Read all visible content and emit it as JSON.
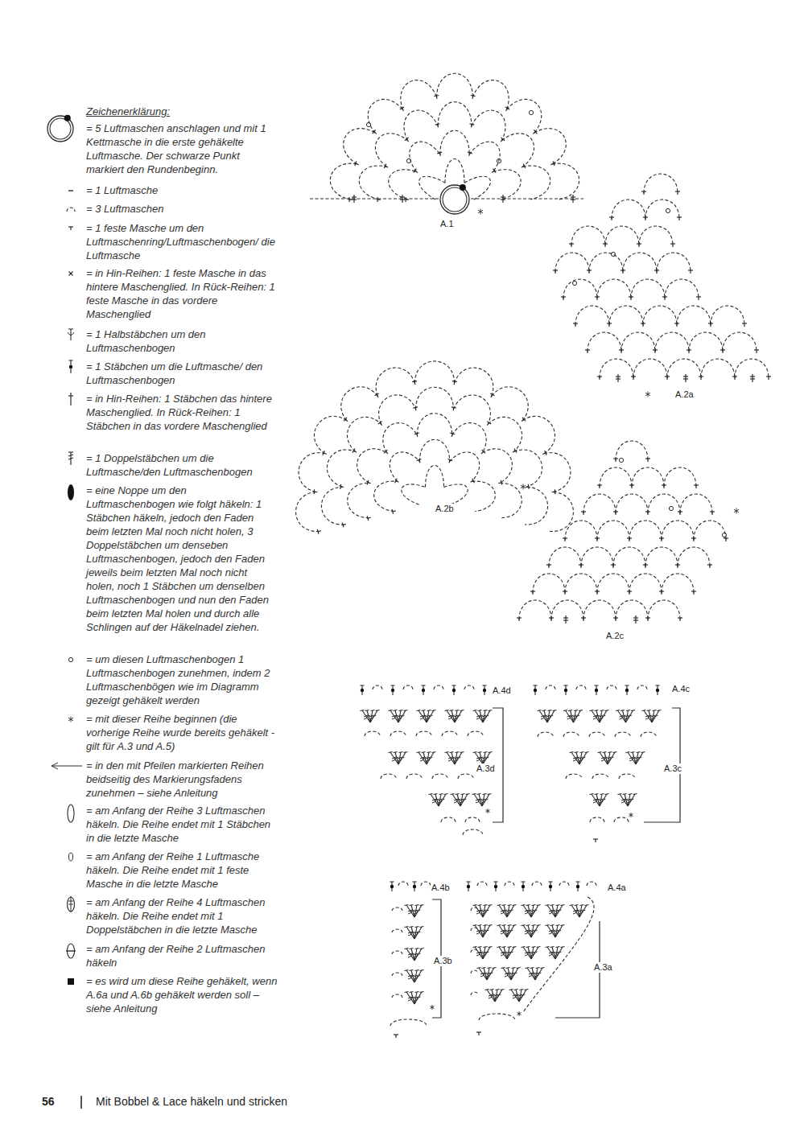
{
  "diagram": {
    "title": "Zeichenerklärung:",
    "labels": [
      "A.1",
      "A.2a",
      "A.2b",
      "A.2c",
      "A.4d",
      "A.3d",
      "A.4c",
      "A.3c",
      "A.4b",
      "A.3b",
      "A.4a",
      "A.3a",
      "56",
      "Mit Bobbel & Lace häkeln und stricken"
    ],
    "legend": [
      {
        "text": "= 5 Luftmaschen anschlagen und mit 1 Kettmasche in die erste gehäkelte Luftmasche. Der schwarze Punkt markiert den Rundenbeginn."
      },
      {
        "text": "= 1 Luftmasche"
      },
      {
        "text": "= 3 Luftmaschen"
      },
      {
        "text": "= 1 feste Masche um den Luftmaschenring/Luftmaschenbogen/ die Luftmasche"
      },
      {
        "text": "= in Hin-Reihen: 1 feste Masche in das hintere Maschenglied. In Rück-Reihen: 1 feste Masche in das vordere Maschenglied"
      },
      {
        "text": "= 1 Halbstäbchen um den Luftmaschenbogen"
      },
      {
        "text": "= 1 Stäbchen um die Luftmasche/ den Luftmaschenbogen"
      },
      {
        "text": "= in Hin-Reihen: 1 Stäbchen das hintere Maschenglied. In Rück-Reihen: 1 Stäbchen in das vordere Maschenglied"
      },
      {
        "text": "= 1 Doppelstäbchen um die Luftmasche/den Luftmaschenbogen"
      },
      {
        "text": "= eine Noppe um den Luftmaschenbogen wie folgt häkeln: 1 Stäbchen häkeln, jedoch den Faden beim letzten Mal noch nicht holen, 3 Doppelstäbchen um denseben Luftmaschenbogen, jedoch den Faden jeweils beim letzten Mal noch nicht holen, noch 1 Stäbchen um denselben Luftmaschenbogen und nun den Faden beim letzten Mal holen und durch alle Schlingen auf der Häkelnadel ziehen."
      },
      {
        "text": "= um diesen Luftmaschenbogen 1 Luftmaschenbogen zunehmen, indem 2 Luftmaschenbögen wie im Diagramm gezeigt gehäkelt werden"
      },
      {
        "text": "= mit dieser Reihe beginnen (die vorherige Reihe wurde bereits gehäkelt - gilt für A.3 und A.5)"
      },
      {
        "text": "= in den mit Pfeilen markierten Reihen beidseitig des Markierungsfadens zunehmen – siehe Anleitung"
      },
      {
        "text": "= am Anfang der Reihe 3 Luftmaschen häkeln. Die Reihe endet mit 1 Stäbchen in die letzte Masche"
      },
      {
        "text": "= am Anfang der Reihe 1 Luftmasche häkeln. Die Reihe endet mit 1 feste Masche in die letzte Masche"
      },
      {
        "text": "= am Anfang der Reihe 4 Luftmaschen häkeln. Die Reihe endet mit 1 Doppelstäbchen in die letzte Masche"
      },
      {
        "text": "= am Anfang der Reihe 2 Luftmaschen häkeln"
      },
      {
        "text": "= es wird um diese Reihe gehäkelt, wenn A.6a und A.6b gehäkelt werden soll – siehe Anleitung"
      }
    ]
  }
}
